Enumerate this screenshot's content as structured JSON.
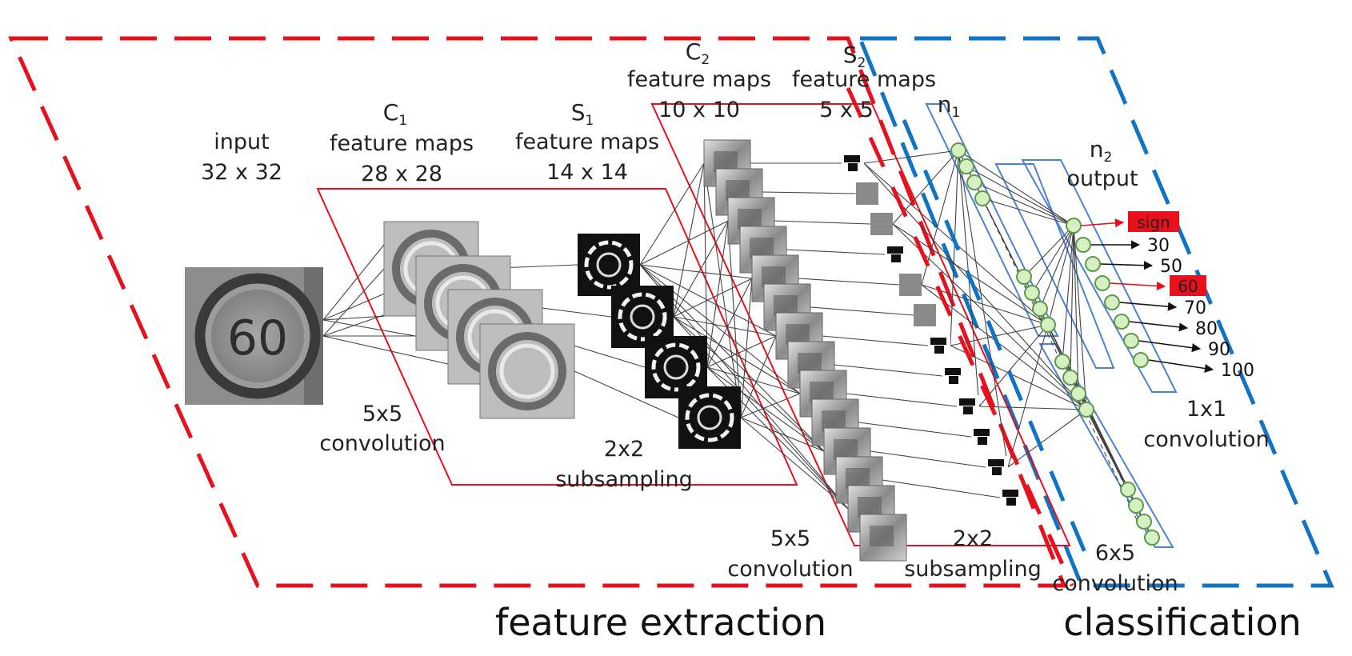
{
  "labels": {
    "input_line1": "input",
    "input_line2": "32 x 32",
    "c1_main": "C",
    "c1_sub": "1",
    "c1_line2": "feature maps",
    "c1_line3": "28 x 28",
    "s1_main": "S",
    "s1_sub": "1",
    "s1_line2": "feature maps",
    "s1_line3": "14 x 14",
    "c2_main": "C",
    "c2_sub": "2",
    "c2_line2": "feature maps",
    "c2_line3": "10 x 10",
    "s2_main": "S",
    "s2_sub": "2",
    "s2_line2": "feature maps",
    "s2_line3": "5 x 5",
    "n1_main": "n",
    "n1_sub": "1",
    "n2_main": "n",
    "n2_sub": "2",
    "n2_line2": "output",
    "conv1_line1": "5x5",
    "conv1_line2": "convolution",
    "sub1_line1": "2x2",
    "sub1_line2": "subsampling",
    "conv2_line1": "5x5",
    "conv2_line2": "convolution",
    "sub2_line1": "2x2",
    "sub2_line2": "subsampling",
    "conv3_line1": "6x5",
    "conv3_line2": "convolution",
    "conv4_line1": "1x1",
    "conv4_line2": "convolution",
    "input_sign_text": "60"
  },
  "sections": {
    "feature_extraction": "feature extraction",
    "classification": "classification"
  },
  "outputs": [
    "sign",
    "30",
    "50",
    "60",
    "70",
    "80",
    "90",
    "100"
  ],
  "highlighted_outputs": [
    "sign",
    "60"
  ],
  "colors": {
    "feature_extraction_border": "#e8101c",
    "classification_border": "#1173c4",
    "layer_frame_red": "#e8101c",
    "layer_frame_blue": "#4a82d4",
    "neuron_fill": "#d6f0c4",
    "neuron_stroke": "#5e9a48",
    "badge_fill": "#e8101c"
  }
}
